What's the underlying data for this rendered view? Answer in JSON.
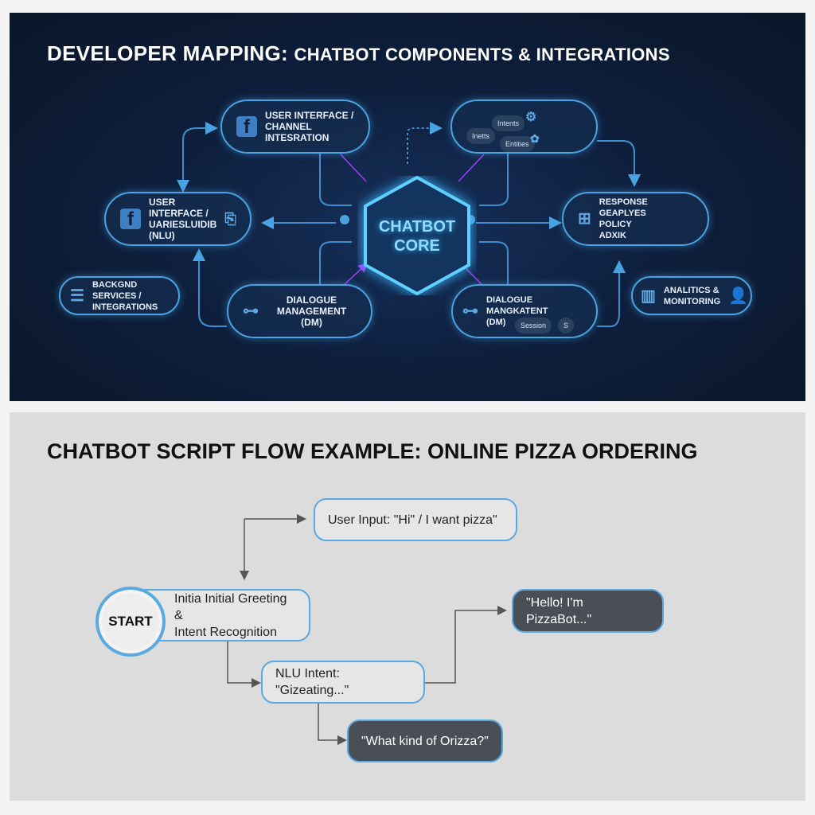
{
  "top": {
    "title_main": "DEVELOPER MAPPING:",
    "title_sub": "CHATBOT COMPONENTS & INTEGRATIONS",
    "core": {
      "line1": "CHATBOT",
      "line2": "CORE"
    },
    "nodes": {
      "ui_channel": {
        "line1": "USER INTERFACE /",
        "line2": "CHANNEL INTESRATION"
      },
      "nlu": {
        "line1": "USER INTERFACE /",
        "line2": "UARIESLUIDIB (NLU)"
      },
      "nlu_chips": [
        "Intents",
        "Inetts",
        "Entities"
      ],
      "response": {
        "line1": "RESPONSE GEAPLYES",
        "line2": "POLICY",
        "line3": "ADXIK"
      },
      "backend": {
        "line1": "BACKGND SERVICES /",
        "line2": "INTEGRATIONS"
      },
      "dm_left": {
        "line1": "DIALOGUE",
        "line2": "MANAGEMENT (DM)"
      },
      "dm_right": {
        "line1": "DIALOGUE MANGKATENT",
        "line2": "(DM)",
        "chips": [
          "Session",
          "S"
        ]
      },
      "analytics": {
        "line1": "ANALITICS &",
        "line2": "MONITORING"
      }
    }
  },
  "bottom": {
    "title": "CHATBOT SCRIPT FLOW EXAMPLE: ONLINE PIZZA ORDERING",
    "start": "START",
    "user_input": "User Input: \"Hi\" / I want pizza\"",
    "greeting": {
      "line1": "Initia Initial Greeting &",
      "line2": "Intent Recognition"
    },
    "hello": "\"Hello! I'm PizzaBot...\"",
    "nlu_intent": "NLU Intent: \"Gizeating...\"",
    "what_kind": "\"What kind of Orizza?\""
  }
}
